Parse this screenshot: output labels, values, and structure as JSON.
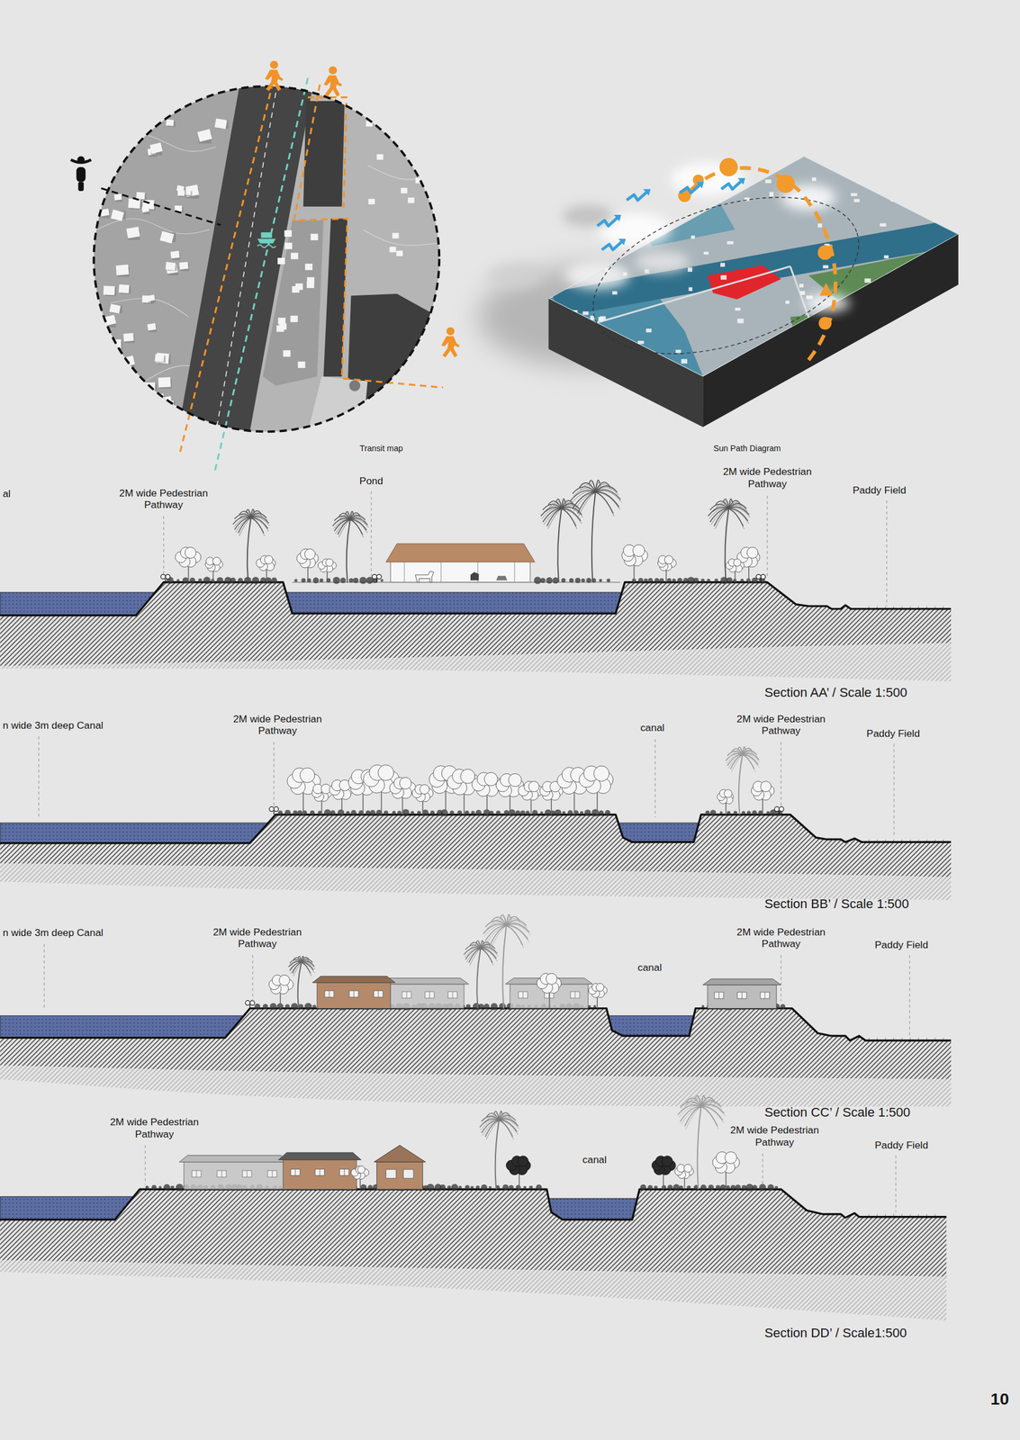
{
  "diagram": {
    "labels": [
      "Transit map",
      "Sun Path Diagram",
      "al",
      "2M wide Pedestrian Pathway",
      "Pond",
      "2M wide Pedestrian Pathway",
      "Paddy Field",
      "Section AA’ / Scale 1:500",
      "n wide 3m deep Canal",
      "2M wide Pedestrian Pathway",
      "canal",
      "2M wide Pedestrian Pathway",
      "Paddy Field",
      "Section BB’ / Scale 1:500",
      "n wide 3m deep Canal",
      "2M wide Pedestrian Pathway",
      "canal",
      "2M wide Pedestrian Pathway",
      "Paddy Field",
      "Section CC’ / Scale 1:500",
      "2M wide Pedestrian Pathway",
      "canal",
      "2M wide Pedestrian Pathway",
      "Paddy Field",
      "Section DD’ / Scale1:500",
      "10"
    ]
  }
}
